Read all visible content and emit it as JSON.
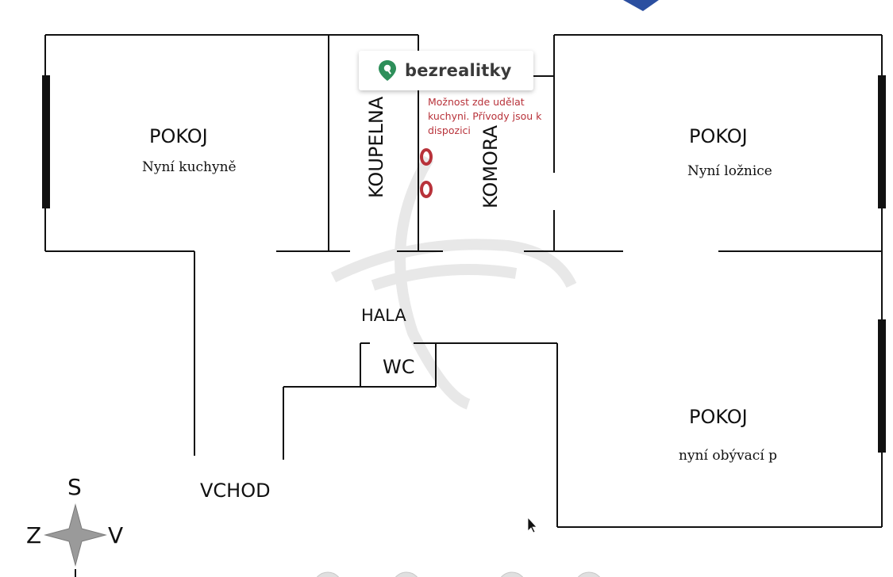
{
  "brand": {
    "name": "bezrealitky",
    "color": "#2e8f5a"
  },
  "rooms": {
    "pokoj_west": {
      "title": "POKOJ",
      "subtitle": "Nyní kuchyně"
    },
    "koupelna": {
      "title": "KOUPELNA"
    },
    "komora": {
      "title": "KOMORA"
    },
    "pokoj_east": {
      "title": "POKOJ",
      "subtitle": "Nyní ložnice"
    },
    "hala": {
      "title": "HALA"
    },
    "wc": {
      "title": "WC"
    },
    "pokoj_living": {
      "title": "POKOJ",
      "subtitle": "nyní obývací p"
    }
  },
  "note": {
    "lines": [
      "Možnost zde udělat",
      "kuchyni. Přívody jsou k",
      "dispozici"
    ],
    "color": "#b8323a"
  },
  "entrance": {
    "label": "VCHOD"
  },
  "compass": {
    "north": "S",
    "west": "Z",
    "east": "V"
  }
}
